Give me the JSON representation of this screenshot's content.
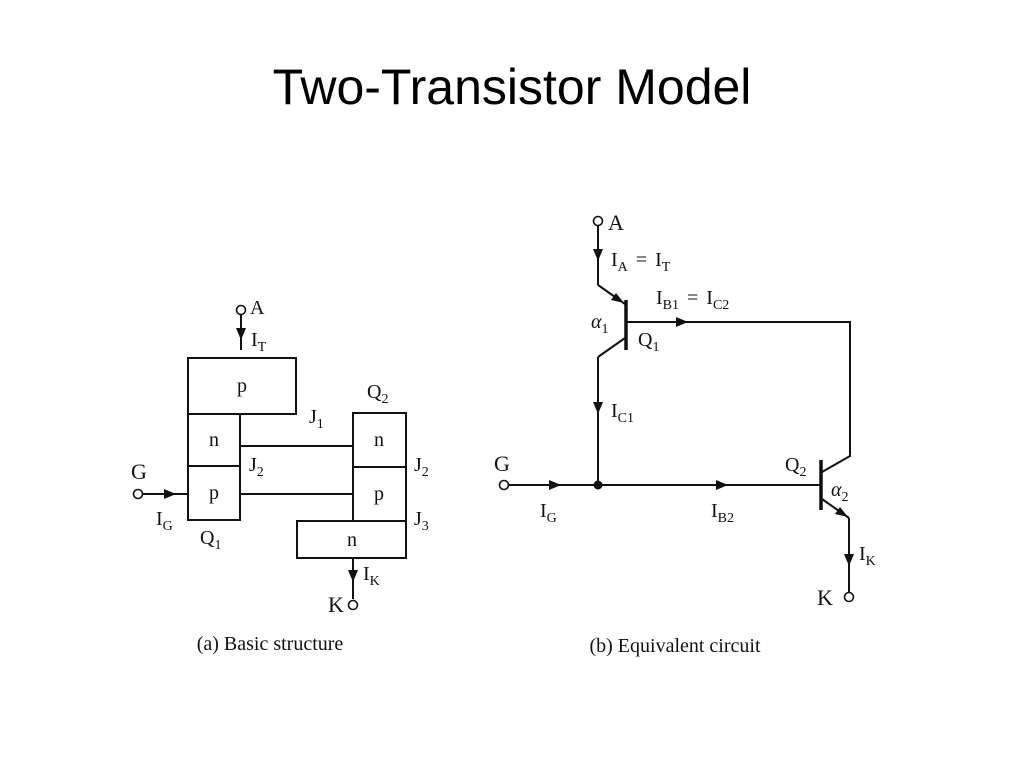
{
  "title": "Two-Transistor Model",
  "structure": {
    "caption": "(a) Basic structure",
    "layers": {
      "q1_p_top": "p",
      "q1_n": "n",
      "q1_p": "p",
      "q2_n": "n",
      "q2_p": "p",
      "q2_n_bottom": "n"
    },
    "terminals": {
      "anode": "A",
      "gate": "G",
      "cathode": "K"
    },
    "currents": {
      "it_main": "I",
      "it_sub": "T",
      "ig_main": "I",
      "ig_sub": "G",
      "ik_main": "I",
      "ik_sub": "K"
    },
    "labels": {
      "q1_main": "Q",
      "q1_sub": "1",
      "q2_main": "Q",
      "q2_sub": "2",
      "j1_main": "J",
      "j1_sub": "1",
      "j2_left_main": "J",
      "j2_left_sub": "2",
      "j2_right_main": "J",
      "j2_right_sub": "2",
      "j3_main": "J",
      "j3_sub": "3"
    }
  },
  "circuit": {
    "caption": "(b) Equivalent circuit",
    "terminals": {
      "anode": "A",
      "gate": "G",
      "cathode": "K"
    },
    "currents": {
      "ia_main": "I",
      "ia_sub": "A",
      "ia_eq": "=",
      "ia_it_main": "I",
      "ia_it_sub": "T",
      "ib1_main": "I",
      "ib1_sub": "B1",
      "ib1_eq": "=",
      "ic2_main": "I",
      "ic2_sub": "C2",
      "ic1_main": "I",
      "ic1_sub": "C1",
      "ig_main": "I",
      "ig_sub": "G",
      "ib2_main": "I",
      "ib2_sub": "B2",
      "ik_main": "I",
      "ik_sub": "K"
    },
    "transistors": {
      "q1_alpha_main": "α",
      "q1_alpha_sub": "1",
      "q1_main": "Q",
      "q1_sub": "1",
      "q2_alpha_main": "α",
      "q2_alpha_sub": "2",
      "q2_main": "Q",
      "q2_sub": "2"
    }
  }
}
